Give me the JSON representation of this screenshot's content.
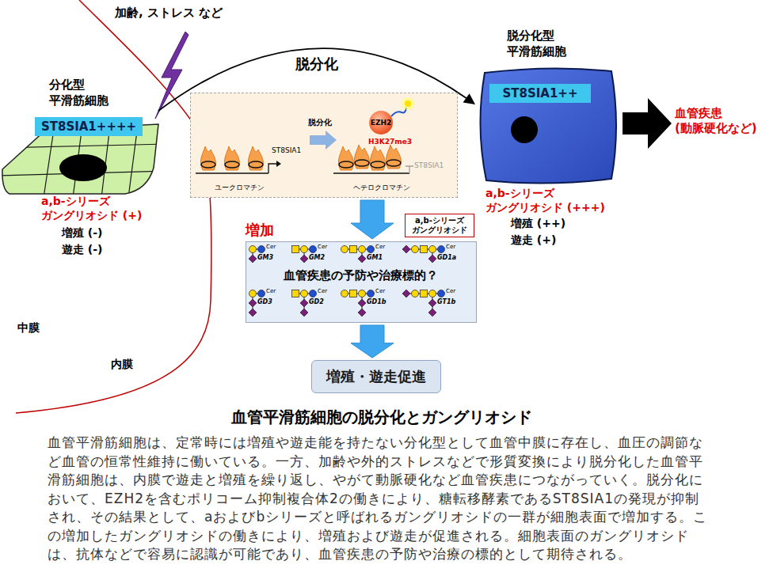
{
  "diagram": {
    "title": "血管平滑筋細胞の脱分化とガングリオシド",
    "caption": "血管平滑筋細胞は、定常時には増殖や遊走能を持たない分化型として血管中膜に存在し、血圧の調節など血管の恒常性維持に働いている。一方、加齢や外的ストレスなどで形質変換により脱分化した血管平滑筋細胞は、内膜で遊走と増殖を繰り返し、やがて動脈硬化など血管疾患につながっていく。脱分化において、EZH2を含むポリコーム抑制複合体2の働きにより、糖転移酵素であるST8SIA1の発現が抑制され、その結果として、aおよびbシリーズと呼ばれるガングリオシドの一群が細胞表面で増加する。この増加したガングリオシドの働きにより、増殖および遊走が促進される。細胞表面のガングリオシドは、抗体などで容易に認識が可能であり、血管疾患の予防や治療の標的として期待される。",
    "nodes": [
      {
        "text": [
          "分化型 平滑筋細胞"
        ]
      },
      {
        "text": [
          "ST8SIA1++++"
        ],
        "in": 0
      },
      {
        "text": [
          "脱分化",
          "ST8SIA1",
          "H3K27me3",
          "ST8SIA1",
          "ユークロマチン",
          "ヘテロクロマチン"
        ]
      },
      {
        "text": [
          "EZH2"
        ],
        "in": 2
      },
      {
        "text": [
          "脱分化型 平滑筋細胞"
        ]
      },
      {
        "text": [
          "ST8SIA1++"
        ],
        "in": 4
      },
      {
        "text": [
          "a,b-シリーズ ガングリオシド"
        ]
      },
      {
        "text": [
          "血管疾患の予防や治療標的？"
        ]
      },
      {
        "text": [
          "増殖・遊走促進"
        ]
      }
    ],
    "edges": [
      {
        "from": 0,
        "to": 4,
        "label": "脱分化",
        "arrow": "to"
      },
      {
        "from": 2,
        "to": 7,
        "arrow": "to"
      },
      {
        "from": 7,
        "to": 8,
        "arrow": "to"
      }
    ],
    "labels": [
      "加齢, ストレス など",
      "a,b-シリーズ ガングリオシド (+)",
      "増殖 (-)",
      "遊走 (-)",
      "a,b-シリーズ ガングリオシド (+++)",
      "増殖 (++)",
      "遊走 (+)",
      "血管疾患 (動脈硬化など)",
      "中膜",
      "内膜",
      "増加",
      "Cer",
      "GM3",
      "Cer",
      "GM2",
      "Cer",
      "GM1",
      "Cer",
      "GD1a",
      "Cer",
      "GD3",
      "Cer",
      "GD2",
      "Cer",
      "GD1b",
      "Cer",
      "GT1b"
    ]
  }
}
